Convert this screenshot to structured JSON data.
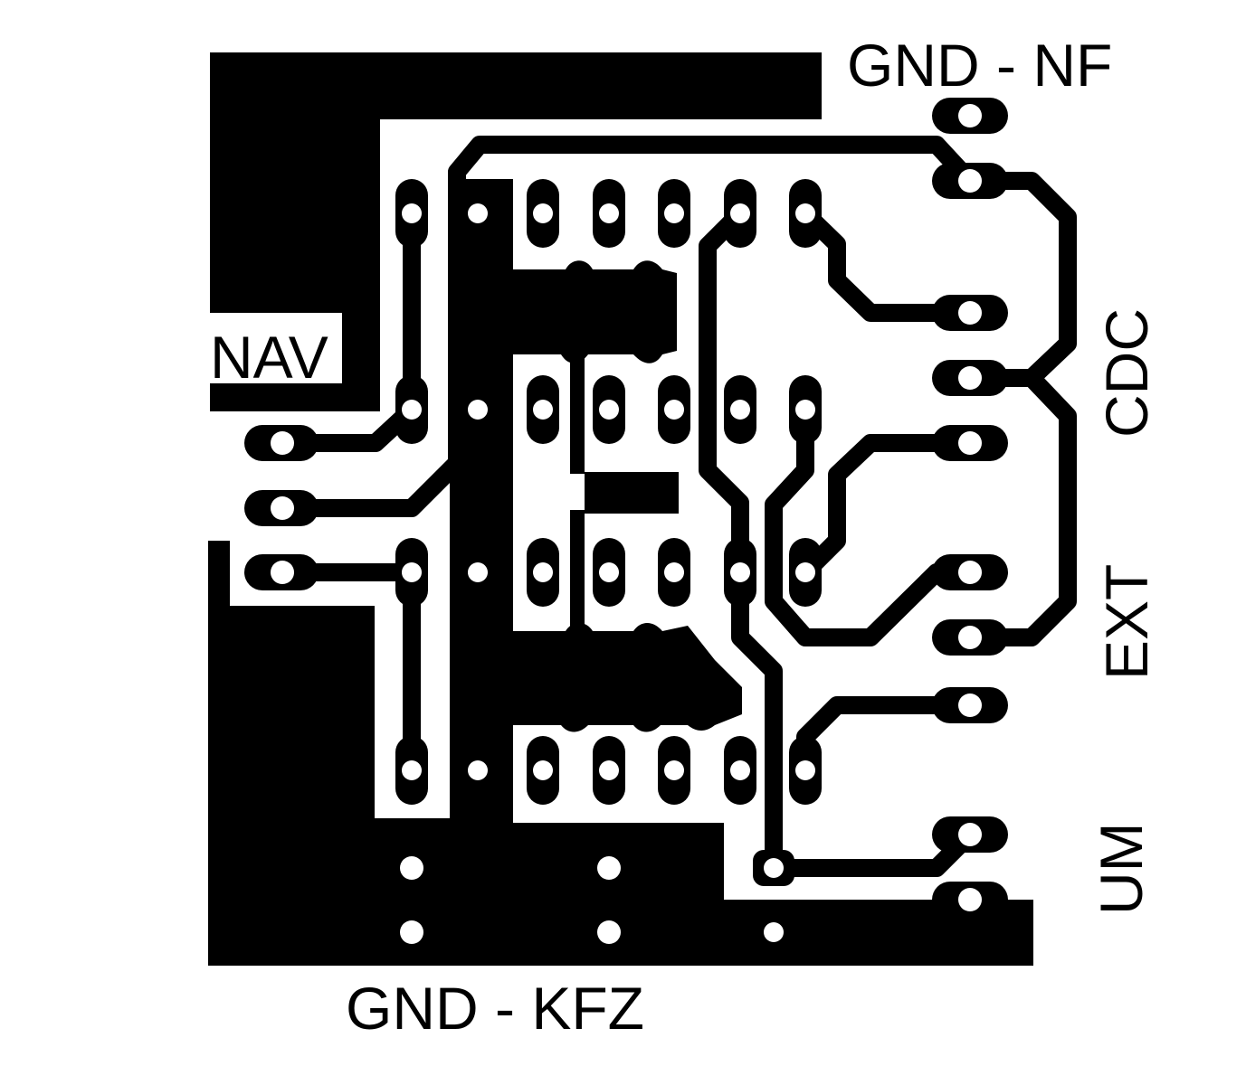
{
  "labels": {
    "gnd_nf": "GND - NF",
    "nav": "NAV",
    "cdc": "CDC",
    "ext": "EXT",
    "um": "UM",
    "gnd_kfz": "GND - KFZ"
  },
  "colors": {
    "copper": "#000000",
    "substrate": "#ffffff",
    "drill": "#ffffff"
  }
}
